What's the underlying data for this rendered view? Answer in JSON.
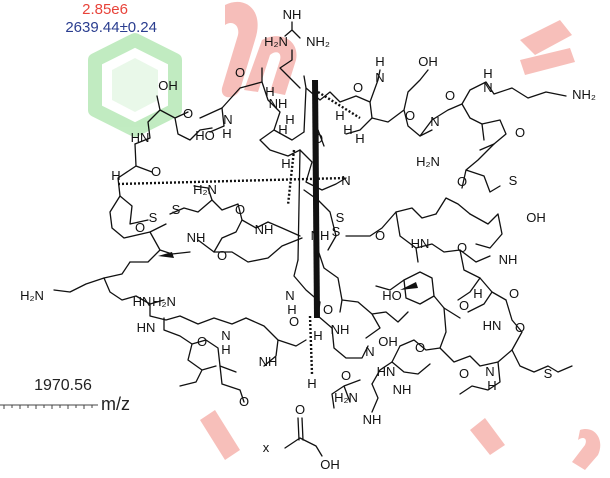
{
  "spectrum": {
    "intensity": "2.85e6",
    "mass_label": "2639.44±0.24",
    "mass_value": "1970.56",
    "axis_label": "m/z",
    "intensity_color": "#e8433a",
    "mass_color": "#2a3d8f"
  },
  "molecule": {
    "atoms": {
      "a01": "NH",
      "a02": "H₂N",
      "a03": "NH₂",
      "a04": "OH",
      "a05": "H",
      "a06": "NH₂",
      "a07": "O",
      "a08": "N",
      "a09": "H",
      "a10": "OH",
      "a11": "O",
      "a12": "H",
      "a13": "N",
      "a14": "O",
      "a15": "NH",
      "a16": "O",
      "a17": "H",
      "a18": "O",
      "a19": "N",
      "a20": "H",
      "a21": "N",
      "a22": "HO",
      "a23": "H",
      "a24": "H",
      "a25": "H",
      "a26": "H",
      "a27": "HN",
      "a28": "O",
      "a29": "O",
      "a30": "H₂N",
      "a31": "O",
      "a32": "H",
      "a33": "H",
      "a34": "N",
      "a35": "O",
      "a36": "S",
      "a37": "H₂N",
      "a38": "S",
      "a39": "S",
      "a40": "O",
      "a41": "S",
      "a42": "OH",
      "a43": "O",
      "a44": "NH",
      "a45": "O",
      "a46": "NH",
      "a47": "NH",
      "a48": "O",
      "a49": "S",
      "a50": "HN",
      "a51": "O",
      "a52": "NH",
      "a53": "H₂N",
      "a54": "H",
      "a55": "HO",
      "a56": "O",
      "a57": "N",
      "a58": "H",
      "a59": "HN",
      "a60": "H₂N",
      "a61": "O",
      "a62": "O",
      "a63": "HN",
      "a64": "O",
      "a65": "N",
      "a66": "H",
      "a67": "OH",
      "a68": "O",
      "a69": "HN",
      "a70": "O",
      "a71": "NH",
      "a72": "O",
      "a73": "H",
      "a74": "NH",
      "a75": "O",
      "a76": "O",
      "a77": "N",
      "a78": "H",
      "a79": "S",
      "a80": "H",
      "a81": "H₂N",
      "a82": "NH",
      "a83": "NH",
      "a84": "O",
      "a85": "HN",
      "a86": "N"
    }
  },
  "counterion": {
    "multiplier": "x",
    "oxygen": "O",
    "hydroxyl": "OH"
  },
  "watermark": {
    "color": "#e8433a",
    "badge_color": "#7fd27f"
  }
}
